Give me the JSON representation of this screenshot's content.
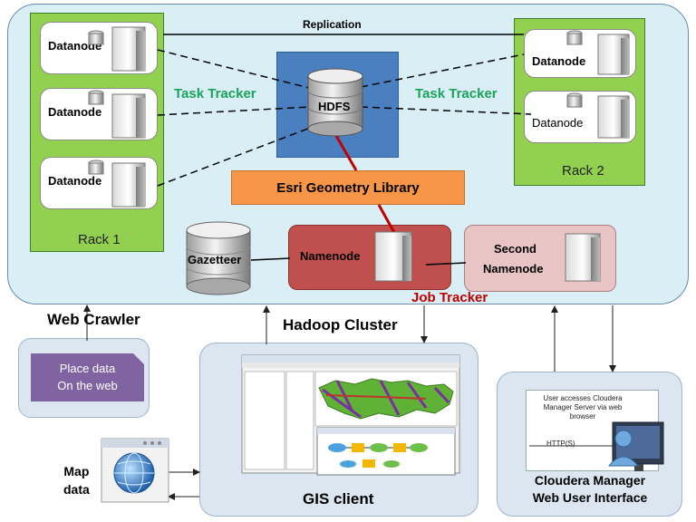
{
  "cluster": {
    "label": "Hadoop Cluster"
  },
  "replication_label": "Replication",
  "rack1": {
    "label": "Rack 1",
    "datanodes": [
      "Datanode",
      "Datanode",
      "Datanode"
    ]
  },
  "rack2": {
    "label": "Rack 2",
    "datanodes": [
      "Datanode",
      "Datanode"
    ]
  },
  "task_tracker_left": "Task Tracker",
  "task_tracker_right": "Task Tracker",
  "hdfs": {
    "label": "HDFS"
  },
  "esri": {
    "label": "Esri Geometry Library"
  },
  "gazetteer": {
    "label": "Gazetteer"
  },
  "namenode": {
    "label": "Namenode"
  },
  "second_namenode": {
    "line1": "Second",
    "line2": "Namenode"
  },
  "job_tracker": "Job Tracker",
  "web_crawler": "Web Crawler",
  "place_data": {
    "line1": "Place data",
    "line2": "On the web"
  },
  "map_data": {
    "line1": "Map",
    "line2": "data"
  },
  "gis_client": {
    "label": "GIS client"
  },
  "cloudera": {
    "caption_line1": "Cloudera Manager",
    "caption_line2": "Web User Interface",
    "screen_line1": "User accesses Cloudera",
    "screen_line2": "Manager Server via web",
    "screen_line3": "browser",
    "protocol": "HTTP(S)"
  },
  "colors": {
    "cluster_bg": "#daeef6",
    "rack": "#92d050",
    "hdfs_box": "#4a7fc0",
    "esri": "#f79646",
    "namenode": "#c0504d",
    "second_namenode": "#e8c4c4",
    "task_tracker_text": "#1aa35a",
    "job_tracker_text": "#c00000",
    "place_data": "#8064a2"
  }
}
